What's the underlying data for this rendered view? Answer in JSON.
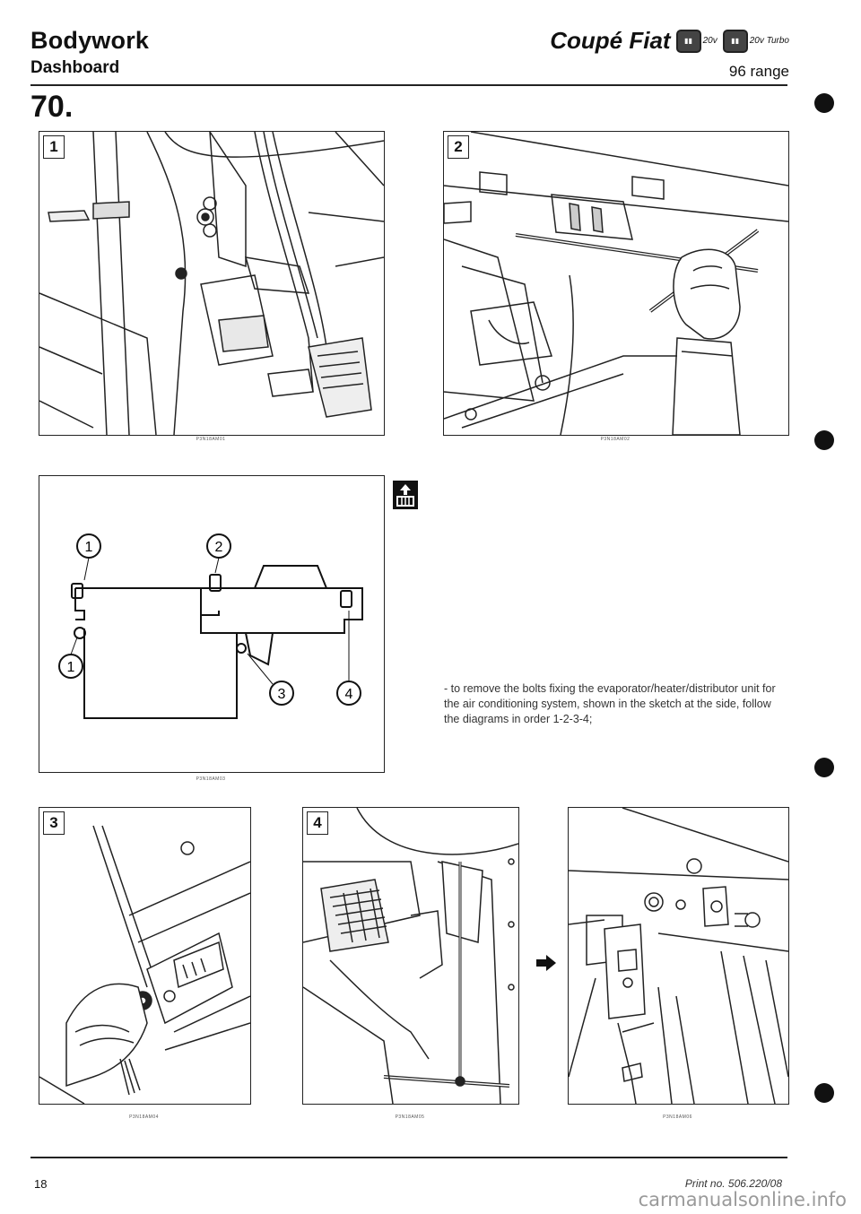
{
  "header": {
    "section": "Bodywork",
    "subsection": "Dashboard",
    "brand": "Coupé Fiat",
    "engine_1": "20v",
    "engine_2": "20v Turbo",
    "range": "96 range"
  },
  "section_number": "70.",
  "figures": {
    "fig1": {
      "number": "1",
      "code": "P3N18AM01"
    },
    "fig2": {
      "number": "2",
      "code": "P3N18AM02"
    },
    "sketch": {
      "code": "P3N18AM03",
      "callouts": [
        "1",
        "2",
        "1",
        "3",
        "4"
      ]
    },
    "fig3": {
      "number": "3",
      "code": "P3N18AM04"
    },
    "fig4": {
      "number": "4",
      "code": "P3N18AM05"
    },
    "fig5": {
      "code": "P3N18AM06"
    }
  },
  "instruction": "- to remove the bolts fixing the evaporator/heater/distributor unit for the air conditioning system, shown in the sketch at the side, follow the diagrams in order 1-2-3-4;",
  "footer": {
    "page": "18",
    "print_no": "Print no. 506.220/08"
  },
  "watermark": "carmanualsonline.info",
  "icons": {
    "removal": "removal-icon",
    "arrow": "right-arrow-icon"
  },
  "colors": {
    "ink": "#111111",
    "paper": "#ffffff",
    "watermark": "#9a9a9a"
  }
}
